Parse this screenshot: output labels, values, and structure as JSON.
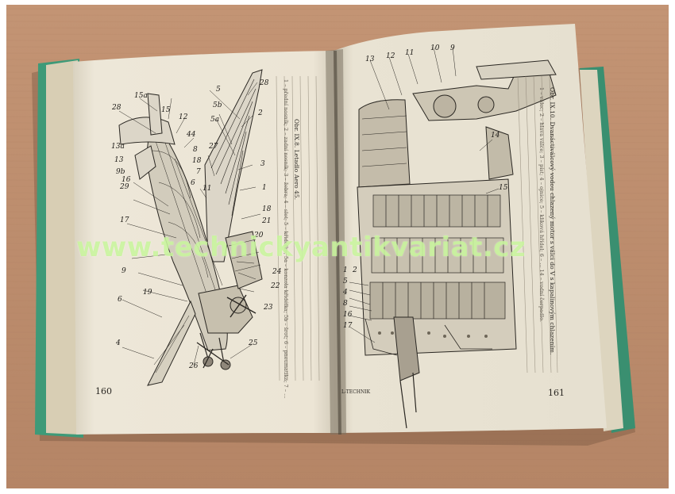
{
  "book": {
    "left_page_number": "160",
    "right_page_number": "161",
    "left_figure_callouts": [
      "28",
      "15a",
      "15",
      "12",
      "8",
      "44",
      "27",
      "5",
      "5a",
      "5b",
      "28",
      "2",
      "3",
      "1",
      "16",
      "29",
      "9b",
      "13",
      "13a",
      "17",
      "11",
      "18",
      "21",
      "20",
      "24",
      "9",
      "19",
      "6",
      "4",
      "22",
      "23",
      "25",
      "26",
      "18",
      "7",
      "6"
    ],
    "right_figure_callouts": [
      "13",
      "12",
      "11",
      "10",
      "9",
      "14",
      "15",
      "17",
      "16",
      "8",
      "4",
      "5",
      "1",
      "2"
    ],
    "left_caption_title": "Obr. IX.8. Letadlo Aero 45.",
    "left_caption_text": "1 – přední nosník; 2 – zadní nosník; 3 – žebra; 4 – slot; 5 – křidélko; 5a – konzola křidélka; 5b – šrot; 6 – pneumatika; 7 – ...",
    "right_caption_title": "Obr. IX.10. Dvanáctiválcový vodou chlazený motor s válci do V s kapalinovým chlazením.",
    "right_caption_text": "1 – válec; 2 – hlava válce; 3 – píst; 4 – ojnice; 5 – kliková hřídel; 6 – ... 14 – vodní čerpadlo.",
    "right_footer_label": "L-TECHNIK"
  },
  "watermark": "www.technickyantikvariat.cz",
  "colors": {
    "table": "#b88a68",
    "cover": "#3e9a78",
    "page": "#ece6d6",
    "ink": "#2a2722",
    "watermark": "#c4f496"
  }
}
